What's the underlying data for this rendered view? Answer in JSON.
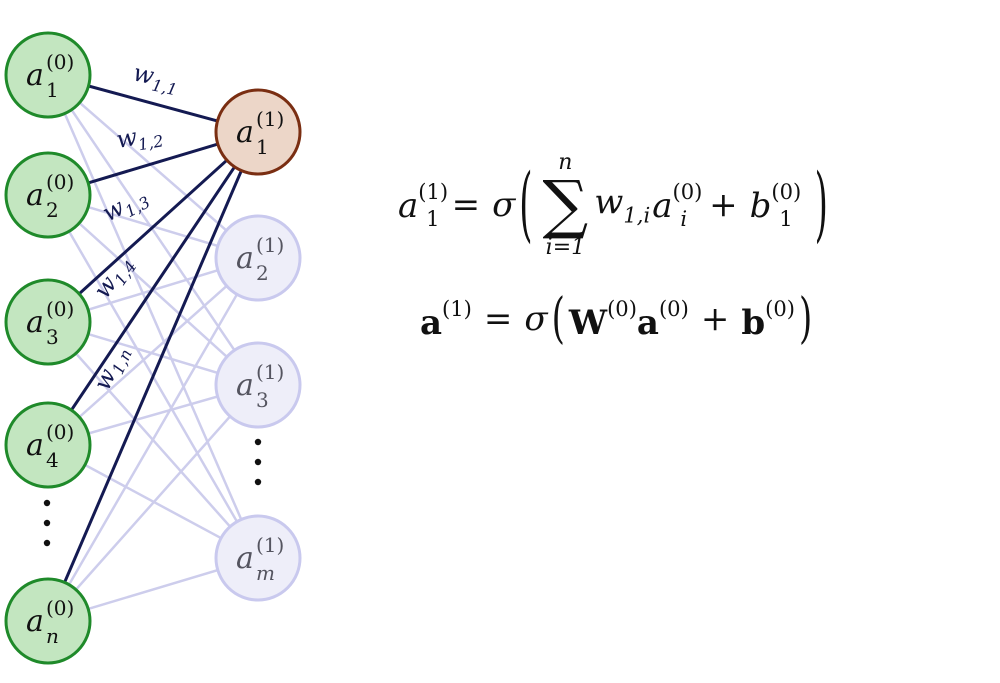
{
  "colors": {
    "input_fill": "#c3e6c0",
    "input_stroke": "#1f8a2a",
    "active_fill": "#ecd6c8",
    "active_stroke": "#7a2e12",
    "faded_fill": "#eeeef9",
    "faded_stroke": "#c9c9ee",
    "strong_edge": "#141a52",
    "faded_edge": "#cdcdec",
    "text_dark": "#111111",
    "text_faded": "#555560"
  },
  "input_nodes": [
    {
      "base": "a",
      "sup": "(0)",
      "sub": "1"
    },
    {
      "base": "a",
      "sup": "(0)",
      "sub": "2"
    },
    {
      "base": "a",
      "sup": "(0)",
      "sub": "3"
    },
    {
      "base": "a",
      "sup": "(0)",
      "sub": "4"
    },
    {
      "base": "a",
      "sup": "(0)",
      "sub": "n"
    }
  ],
  "hidden_nodes": [
    {
      "base": "a",
      "sup": "(1)",
      "sub": "1",
      "active": true
    },
    {
      "base": "a",
      "sup": "(1)",
      "sub": "2",
      "active": false
    },
    {
      "base": "a",
      "sup": "(1)",
      "sub": "3",
      "active": false
    },
    {
      "base": "a",
      "sup": "(1)",
      "sub": "m",
      "active": false
    }
  ],
  "edge_labels": [
    {
      "base": "w",
      "sub": "1,1"
    },
    {
      "base": "w",
      "sub": "1,2"
    },
    {
      "base": "w",
      "sub": "1,3"
    },
    {
      "base": "w",
      "sub": "1,4"
    },
    {
      "base": "w",
      "sub": "1,n"
    }
  ],
  "ellipsis": "⋮",
  "equation1": {
    "lhs_base": "a",
    "lhs_sup": "(1)",
    "lhs_sub": "1",
    "equals": "=",
    "sigma": "σ",
    "open": "(",
    "sum": "∑",
    "sum_upper": "n",
    "sum_lower": "i=1",
    "w_base": "w",
    "w_sub": "1,i",
    "a_base": "a",
    "a_sup": "(0)",
    "a_sub": "i",
    "plus": "+",
    "b_base": "b",
    "b_sup": "(0)",
    "b_sub": "1",
    "close": ")"
  },
  "equation2": {
    "lhs_base": "a",
    "lhs_sup": "(1)",
    "equals": "=",
    "sigma": "σ",
    "open": "(",
    "W_base": "W",
    "W_sup": "(0)",
    "a_base": "a",
    "a_sup": "(0)",
    "plus": "+",
    "b_base": "b",
    "b_sup": "(0)",
    "close": ")"
  }
}
